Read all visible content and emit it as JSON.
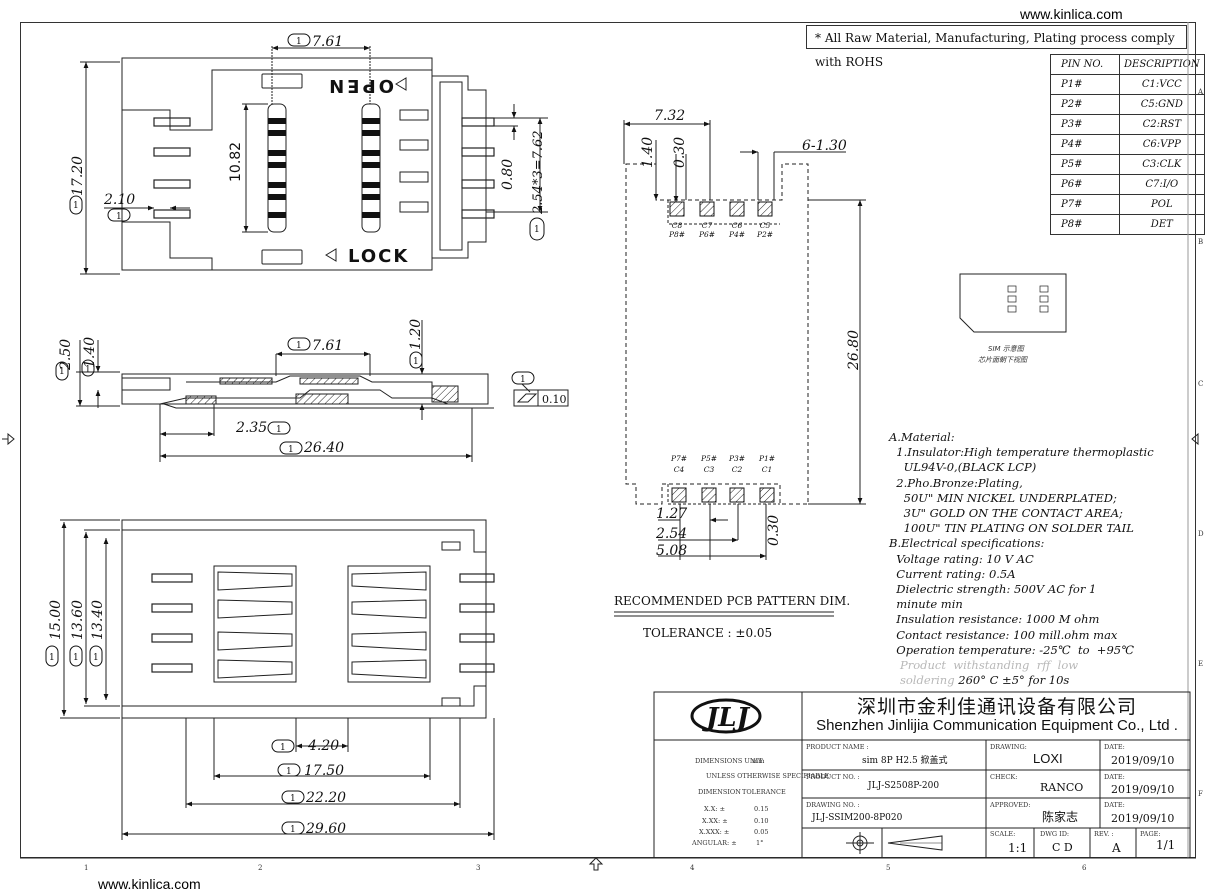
{
  "site": {
    "url_top": "www.kinlica.com",
    "url_bottom": "www.kinlica.com"
  },
  "rohs_note": "* All Raw Material, Manufacturing, Plating process comply with ROHS",
  "pin_table": {
    "headers": [
      "PIN NO.",
      "DESCRIPTION"
    ],
    "rows": [
      [
        "P1#",
        "C1:VCC"
      ],
      [
        "P2#",
        "C5:GND"
      ],
      [
        "P3#",
        "C2:RST"
      ],
      [
        "P4#",
        "C6:VPP"
      ],
      [
        "P5#",
        "C3:CLK"
      ],
      [
        "P6#",
        "C7:I/O"
      ],
      [
        "P7#",
        "POL"
      ],
      [
        "P8#",
        "DET"
      ]
    ]
  },
  "top_view": {
    "dims": {
      "width_top": "7.61",
      "height": "17.20",
      "inner": "10.82",
      "offset": "2.10",
      "pitch": "0.80",
      "pitch_total": "2.54*3=7.62"
    },
    "labels": {
      "open": "OPEN",
      "lock": "LOCK"
    },
    "balloon": "1"
  },
  "side_view": {
    "dims": {
      "h1": "2.50",
      "h2": "1.40",
      "top": "7.61",
      "right": "1.20",
      "d1": "2.35",
      "total": "26.40"
    },
    "flatness": "0.10",
    "balloon": "1"
  },
  "bottom_view": {
    "dims": {
      "h1": "15.00",
      "h2": "13.60",
      "h3": "13.40",
      "w1": "4.20",
      "w2": "17.50",
      "w3": "22.20",
      "w4": "29.60"
    },
    "balloon": "1"
  },
  "pcb": {
    "dims": {
      "w": "7.32",
      "d1": "1.40",
      "d2": "0.30",
      "pads": "6-1.30",
      "len": "26.80",
      "b1": "1.27",
      "b2": "2.54",
      "b3": "5.08",
      "b4": "0.30"
    },
    "top_contacts": [
      "C8",
      "C7",
      "C6",
      "C5"
    ],
    "top_pins": [
      "P8#",
      "P6#",
      "P4#",
      "P2#"
    ],
    "bottom_pins": [
      "P7#",
      "P5#",
      "P3#",
      "P1#"
    ],
    "bottom_contacts": [
      "C4",
      "C3",
      "C2",
      "C1"
    ],
    "title": "RECOMMENDED PCB PATTERN DIM.",
    "tolerance": "TOLERANCE : ±0.05"
  },
  "sim_card": {
    "caption1": "SIM 示意图",
    "caption2": "芯片面朝下视图"
  },
  "notes": {
    "lines": [
      "A.Material:",
      "  1.Insulator:High temperature thermoplastic",
      "    UL94V-0,(BLACK LCP)",
      "  2.Pho.Bronze:Plating,",
      "    50U\" MIN NICKEL UNDERPLATED;",
      "    3U\" GOLD ON THE CONTACT AREA;",
      "    100U\" TIN PLATING ON SOLDER TAIL",
      "B.Electrical specifications:",
      "  Voltage rating: 10 V AC",
      "  Current rating: 0.5A",
      "  Dielectric strength: 500V AC for 1",
      "  minute min",
      "  Insulation resistance: 1000 M ohm",
      "  Contact resistance: 100 mill.ohm max",
      "  Operation temperature: -25℃  to  +95℃"
    ],
    "grey_line_1": "   Product  withstanding  rff  low",
    "grey_line_2a": "   soldering ",
    "grey_line_2b": "260° C ±5° for 10s"
  },
  "title_block": {
    "company_cn": "深圳市金利佳通讯设备有限公司",
    "company_en": "Shenzhen Jinlijia Communication Equipment Co., Ltd .",
    "product_name_label": "PRODUCT NAME :",
    "product_name": "sim 8P H2.5 掀盖式",
    "product_no_label": "PRODUCT NO. :",
    "product_no": "JLJ-S2508P-200",
    "drawing_no_label": "DRAWING NO. :",
    "drawing_no": "JLJ-SSIM200-8P020",
    "drawing_label": "DRAWING:",
    "drawing_by": "LOXI",
    "check_label": "CHECK:",
    "check_by": "RANCO",
    "approved_label": "APPROVED:",
    "approved_by": "陈家志",
    "date_label": "DATE:",
    "date1": "2019/09/10",
    "date2": "2019/09/10",
    "date3": "2019/09/10",
    "scale_label": "SCALE:",
    "scale": "1:1",
    "dwg_id_label": "DWG ID:",
    "dwg_id": "C D",
    "rev_label": "REV. :",
    "rev": "A",
    "page_label": "PAGE:",
    "page": "1/1",
    "dim_unit_label": "DIMENSIONS UNIT:",
    "dim_unit": "mm",
    "unless": "UNLESS OTHERWISE SPECIFIABLE",
    "dim_col": "DIMENSION",
    "tol_col": "TOLERANCE",
    "tol_rows": [
      [
        "X.X:  ±",
        "0.15"
      ],
      [
        "X.XX:  ±",
        "0.10"
      ],
      [
        "X.XXX:  ±",
        "0.05"
      ],
      [
        "ANGULAR:  ±",
        "1°"
      ]
    ],
    "logo": "JLJ"
  },
  "grid": {
    "cols": [
      "1",
      "2",
      "3",
      "4",
      "5",
      "6"
    ],
    "rows": [
      "A",
      "B",
      "C",
      "D",
      "E",
      "F"
    ]
  }
}
